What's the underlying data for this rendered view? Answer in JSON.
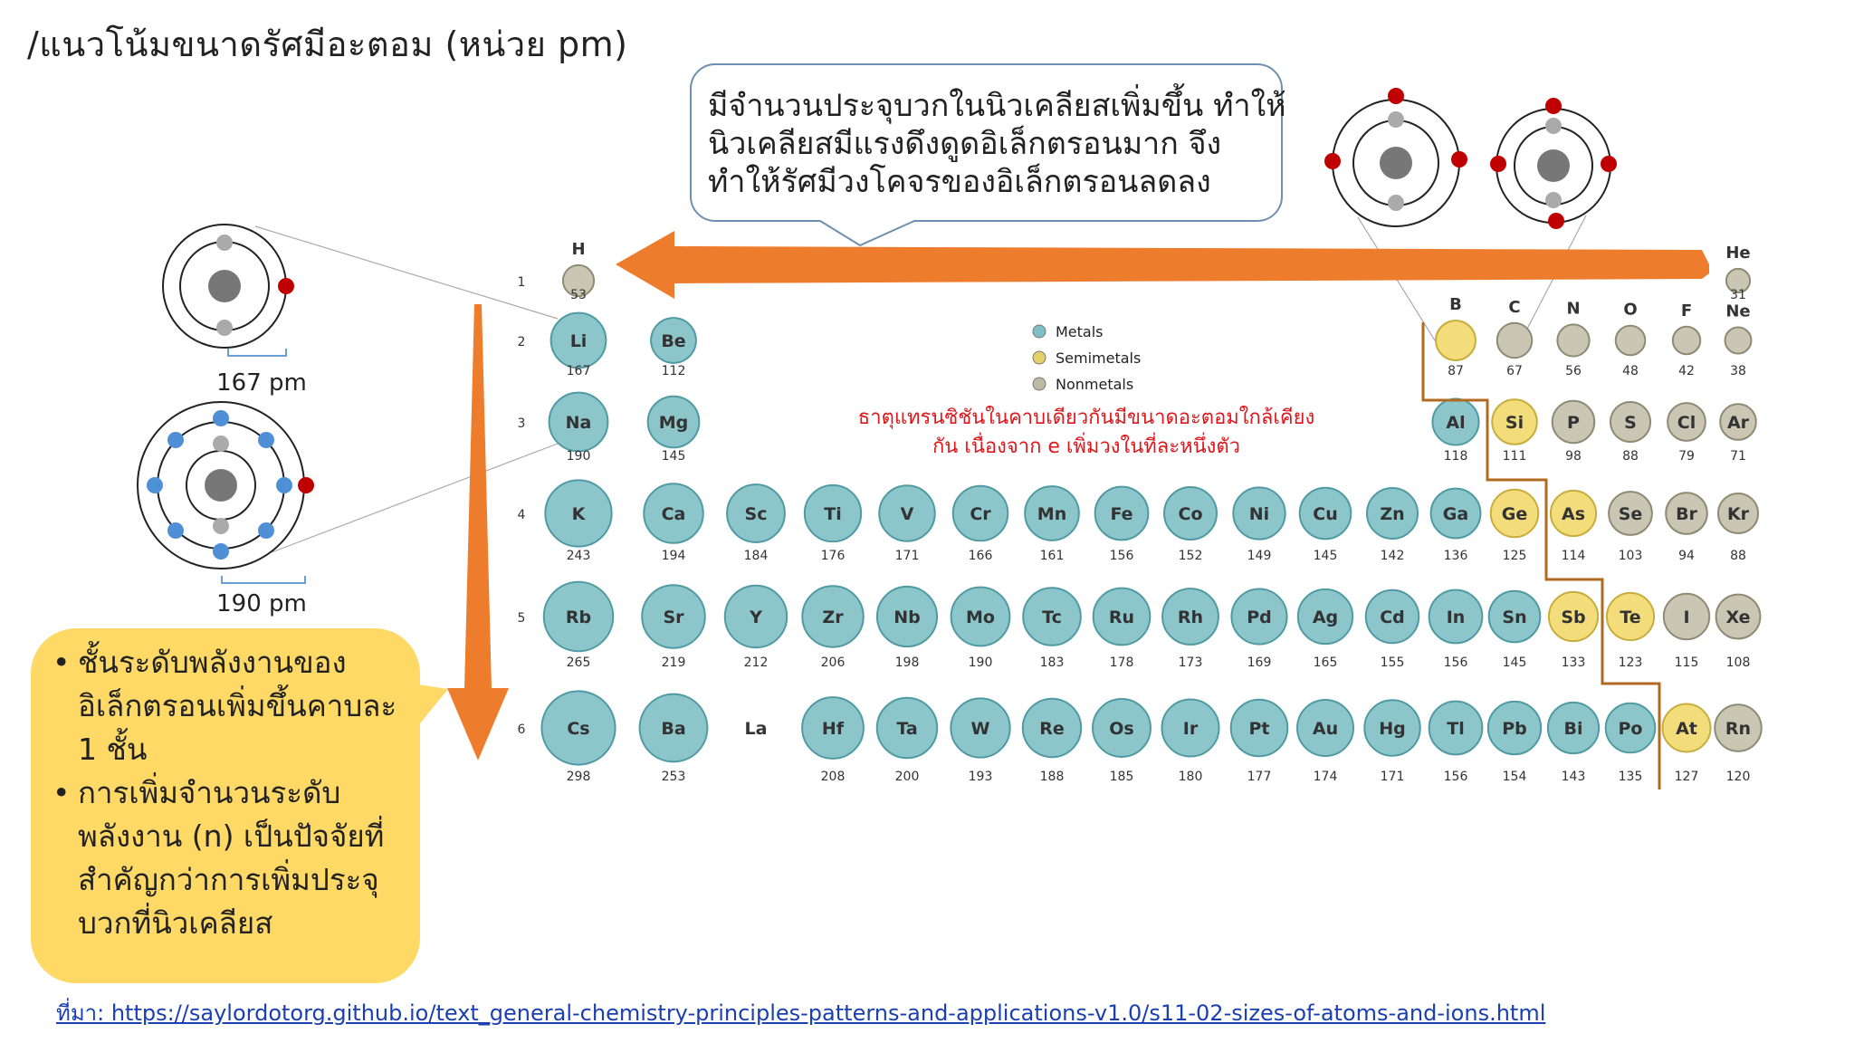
{
  "title": "/แนวโน้มขนาดรัศมีอะตอม (หน่วย pm)",
  "callout_top": {
    "lines": [
      "มีจำนวนประจุบวกในนิวเคลียสเพิ่มขึ้น ทำให้",
      "นิวเคลียสมีแรงดึงดูดอิเล็กตรอนมาก จึง",
      "ทำให้รัศมีวงโคจรของอิเล็กตรอนลดลง"
    ]
  },
  "callout_left": {
    "bullets": [
      [
        "ชั้นระดับพลังงานของ",
        "อิเล็กตรอนเพิ่มขึ้นคาบละ",
        "1 ชั้น"
      ],
      [
        "การเพิ่มจำนวนระดับ",
        "พลังงาน (n) เป็นปัจจัยที่",
        "สำคัญกว่าการเพิ่มประจุ",
        "บวกที่นิวเคลียส"
      ]
    ]
  },
  "atom_labels": {
    "li": "167 pm",
    "na": "190 pm"
  },
  "transition_note": {
    "line1": "ธาตุแทรนซิชันในคาบเดียวกันมีขนาดอะตอมใกล้เคียง",
    "line2": "กัน เนื่องจาก e เพิ่มวงในที่ละหนึ่งตัว"
  },
  "legend": [
    {
      "label": "Metals",
      "color": "#7fbfc5"
    },
    {
      "label": "Semimetals",
      "color": "#e6d06a"
    },
    {
      "label": "Nonmetals",
      "color": "#bdbaa0"
    }
  ],
  "period_labels": [
    "1",
    "2",
    "3",
    "4",
    "5",
    "6"
  ],
  "colors": {
    "metal": "#8cc6cb",
    "metal_stroke": "#4f9aa3",
    "semimetal": "#f2dd7a",
    "semimetal_stroke": "#c8ad3e",
    "nonmetal": "#c9c6b3",
    "nonmetal_stroke": "#8f8a73",
    "arrow": "#ee7c2d",
    "proton": "#777777",
    "electron_red": "#c00000",
    "electron_gray": "#aaaaaa",
    "electron_blue": "#4f8fd6",
    "staircase": "#b06b21"
  },
  "elements": [
    {
      "sym": "H",
      "r": 53,
      "row": 1,
      "col": 1,
      "type": "nonmetal"
    },
    {
      "sym": "He",
      "r": 31,
      "row": 1,
      "col": 18,
      "type": "nonmetal"
    },
    {
      "sym": "Li",
      "r": 167,
      "row": 2,
      "col": 1,
      "type": "metal"
    },
    {
      "sym": "Be",
      "r": 112,
      "row": 2,
      "col": 2,
      "type": "metal"
    },
    {
      "sym": "B",
      "r": 87,
      "row": 2,
      "col": 13,
      "type": "semimetal"
    },
    {
      "sym": "C",
      "r": 67,
      "row": 2,
      "col": 14,
      "type": "nonmetal"
    },
    {
      "sym": "N",
      "r": 56,
      "row": 2,
      "col": 15,
      "type": "nonmetal"
    },
    {
      "sym": "O",
      "r": 48,
      "row": 2,
      "col": 16,
      "type": "nonmetal"
    },
    {
      "sym": "F",
      "r": 42,
      "row": 2,
      "col": 17,
      "type": "nonmetal"
    },
    {
      "sym": "Ne",
      "r": 38,
      "row": 2,
      "col": 18,
      "type": "nonmetal"
    },
    {
      "sym": "Na",
      "r": 190,
      "row": 3,
      "col": 1,
      "type": "metal"
    },
    {
      "sym": "Mg",
      "r": 145,
      "row": 3,
      "col": 2,
      "type": "metal"
    },
    {
      "sym": "Al",
      "r": 118,
      "row": 3,
      "col": 13,
      "type": "metal"
    },
    {
      "sym": "Si",
      "r": 111,
      "row": 3,
      "col": 14,
      "type": "semimetal"
    },
    {
      "sym": "P",
      "r": 98,
      "row": 3,
      "col": 15,
      "type": "nonmetal"
    },
    {
      "sym": "S",
      "r": 88,
      "row": 3,
      "col": 16,
      "type": "nonmetal"
    },
    {
      "sym": "Cl",
      "r": 79,
      "row": 3,
      "col": 17,
      "type": "nonmetal"
    },
    {
      "sym": "Ar",
      "r": 71,
      "row": 3,
      "col": 18,
      "type": "nonmetal"
    },
    {
      "sym": "K",
      "r": 243,
      "row": 4,
      "col": 1,
      "type": "metal"
    },
    {
      "sym": "Ca",
      "r": 194,
      "row": 4,
      "col": 2,
      "type": "metal"
    },
    {
      "sym": "Sc",
      "r": 184,
      "row": 4,
      "col": 3,
      "type": "metal"
    },
    {
      "sym": "Ti",
      "r": 176,
      "row": 4,
      "col": 4,
      "type": "metal"
    },
    {
      "sym": "V",
      "r": 171,
      "row": 4,
      "col": 5,
      "type": "metal"
    },
    {
      "sym": "Cr",
      "r": 166,
      "row": 4,
      "col": 6,
      "type": "metal"
    },
    {
      "sym": "Mn",
      "r": 161,
      "row": 4,
      "col": 7,
      "type": "metal"
    },
    {
      "sym": "Fe",
      "r": 156,
      "row": 4,
      "col": 8,
      "type": "metal"
    },
    {
      "sym": "Co",
      "r": 152,
      "row": 4,
      "col": 9,
      "type": "metal"
    },
    {
      "sym": "Ni",
      "r": 149,
      "row": 4,
      "col": 10,
      "type": "metal"
    },
    {
      "sym": "Cu",
      "r": 145,
      "row": 4,
      "col": 11,
      "type": "metal"
    },
    {
      "sym": "Zn",
      "r": 142,
      "row": 4,
      "col": 12,
      "type": "metal"
    },
    {
      "sym": "Ga",
      "r": 136,
      "row": 4,
      "col": 13,
      "type": "metal"
    },
    {
      "sym": "Ge",
      "r": 125,
      "row": 4,
      "col": 14,
      "type": "semimetal"
    },
    {
      "sym": "As",
      "r": 114,
      "row": 4,
      "col": 15,
      "type": "semimetal"
    },
    {
      "sym": "Se",
      "r": 103,
      "row": 4,
      "col": 16,
      "type": "nonmetal"
    },
    {
      "sym": "Br",
      "r": 94,
      "row": 4,
      "col": 17,
      "type": "nonmetal"
    },
    {
      "sym": "Kr",
      "r": 88,
      "row": 4,
      "col": 18,
      "type": "nonmetal"
    },
    {
      "sym": "Rb",
      "r": 265,
      "row": 5,
      "col": 1,
      "type": "metal"
    },
    {
      "sym": "Sr",
      "r": 219,
      "row": 5,
      "col": 2,
      "type": "metal"
    },
    {
      "sym": "Y",
      "r": 212,
      "row": 5,
      "col": 3,
      "type": "metal"
    },
    {
      "sym": "Zr",
      "r": 206,
      "row": 5,
      "col": 4,
      "type": "metal"
    },
    {
      "sym": "Nb",
      "r": 198,
      "row": 5,
      "col": 5,
      "type": "metal"
    },
    {
      "sym": "Mo",
      "r": 190,
      "row": 5,
      "col": 6,
      "type": "metal"
    },
    {
      "sym": "Tc",
      "r": 183,
      "row": 5,
      "col": 7,
      "type": "metal"
    },
    {
      "sym": "Ru",
      "r": 178,
      "row": 5,
      "col": 8,
      "type": "metal"
    },
    {
      "sym": "Rh",
      "r": 173,
      "row": 5,
      "col": 9,
      "type": "metal"
    },
    {
      "sym": "Pd",
      "r": 169,
      "row": 5,
      "col": 10,
      "type": "metal"
    },
    {
      "sym": "Ag",
      "r": 165,
      "row": 5,
      "col": 11,
      "type": "metal"
    },
    {
      "sym": "Cd",
      "r": 155,
      "row": 5,
      "col": 12,
      "type": "metal"
    },
    {
      "sym": "In",
      "r": 156,
      "row": 5,
      "col": 13,
      "type": "metal"
    },
    {
      "sym": "Sn",
      "r": 145,
      "row": 5,
      "col": 14,
      "type": "metal"
    },
    {
      "sym": "Sb",
      "r": 133,
      "row": 5,
      "col": 15,
      "type": "semimetal"
    },
    {
      "sym": "Te",
      "r": 123,
      "row": 5,
      "col": 16,
      "type": "semimetal"
    },
    {
      "sym": "I",
      "r": 115,
      "row": 5,
      "col": 17,
      "type": "nonmetal"
    },
    {
      "sym": "Xe",
      "r": 108,
      "row": 5,
      "col": 18,
      "type": "nonmetal"
    },
    {
      "sym": "Cs",
      "r": 298,
      "row": 6,
      "col": 1,
      "type": "metal"
    },
    {
      "sym": "Ba",
      "r": 253,
      "row": 6,
      "col": 2,
      "type": "metal"
    },
    {
      "sym": "La",
      "r": null,
      "row": 6,
      "col": 3,
      "type": "none"
    },
    {
      "sym": "Hf",
      "r": 208,
      "row": 6,
      "col": 4,
      "type": "metal"
    },
    {
      "sym": "Ta",
      "r": 200,
      "row": 6,
      "col": 5,
      "type": "metal"
    },
    {
      "sym": "W",
      "r": 193,
      "row": 6,
      "col": 6,
      "type": "metal"
    },
    {
      "sym": "Re",
      "r": 188,
      "row": 6,
      "col": 7,
      "type": "metal"
    },
    {
      "sym": "Os",
      "r": 185,
      "row": 6,
      "col": 8,
      "type": "metal"
    },
    {
      "sym": "Ir",
      "r": 180,
      "row": 6,
      "col": 9,
      "type": "metal"
    },
    {
      "sym": "Pt",
      "r": 177,
      "row": 6,
      "col": 10,
      "type": "metal"
    },
    {
      "sym": "Au",
      "r": 174,
      "row": 6,
      "col": 11,
      "type": "metal"
    },
    {
      "sym": "Hg",
      "r": 171,
      "row": 6,
      "col": 12,
      "type": "metal"
    },
    {
      "sym": "Tl",
      "r": 156,
      "row": 6,
      "col": 13,
      "type": "metal"
    },
    {
      "sym": "Pb",
      "r": 154,
      "row": 6,
      "col": 14,
      "type": "metal"
    },
    {
      "sym": "Bi",
      "r": 143,
      "row": 6,
      "col": 15,
      "type": "metal"
    },
    {
      "sym": "Po",
      "r": 135,
      "row": 6,
      "col": 16,
      "type": "metal"
    },
    {
      "sym": "At",
      "r": 127,
      "row": 6,
      "col": 17,
      "type": "semimetal"
    },
    {
      "sym": "Rn",
      "r": 120,
      "row": 6,
      "col": 18,
      "type": "nonmetal"
    }
  ],
  "source": {
    "prefix": "ที่มา: ",
    "url": "https://saylordotorg.github.io/text_general-chemistry-principles-patterns-and-applications-v1.0/s11-02-sizes-of-atoms-and-ions.html"
  }
}
